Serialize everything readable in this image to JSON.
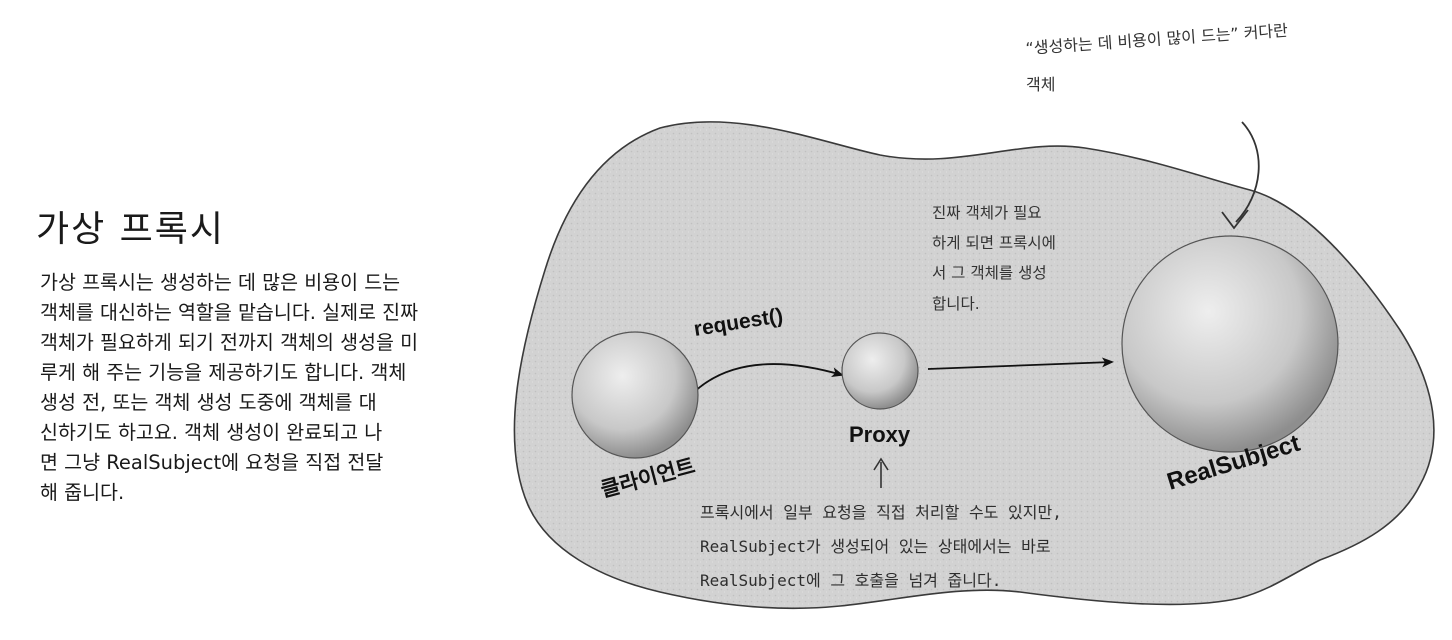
{
  "heading": "가상 프록시",
  "description": [
    "가상 프록시는 생성하는 데 많은 비용이 드는",
    "객체를 대신하는 역할을 맡습니다. 실제로 진짜",
    "객체가 필요하게 되기 전까지 객체의 생성을 미",
    "루게 해 주는 기능을 제공하기도 합니다. 객체",
    "생성 전, 또는 객체 생성 도중에 객체를 대",
    "신하기도 하고요. 객체 생성이 완료되고 나",
    "면 그냥 RealSubject에 요청을 직접 전달",
    "해 줍니다."
  ],
  "diagram": {
    "client_label": "클라이언트",
    "proxy_label": "Proxy",
    "real_subject_label": "RealSubject",
    "request_label": "request()",
    "note_top_right": [
      "“생성하는 데 비용이 많이 드는” 커다란",
      "객체"
    ],
    "note_middle": [
      "진짜 객체가 필요",
      "하게 되면 프록시에",
      "서 그 객체를 생성",
      "합니다."
    ],
    "note_bottom": [
      "프록시에서 일부 요청을 직접 처리할 수도 있지만,",
      "RealSubject가 생성되어 있는 상태에서는 바로",
      "RealSubject에 그 호출을 넘겨 줍니다."
    ]
  }
}
